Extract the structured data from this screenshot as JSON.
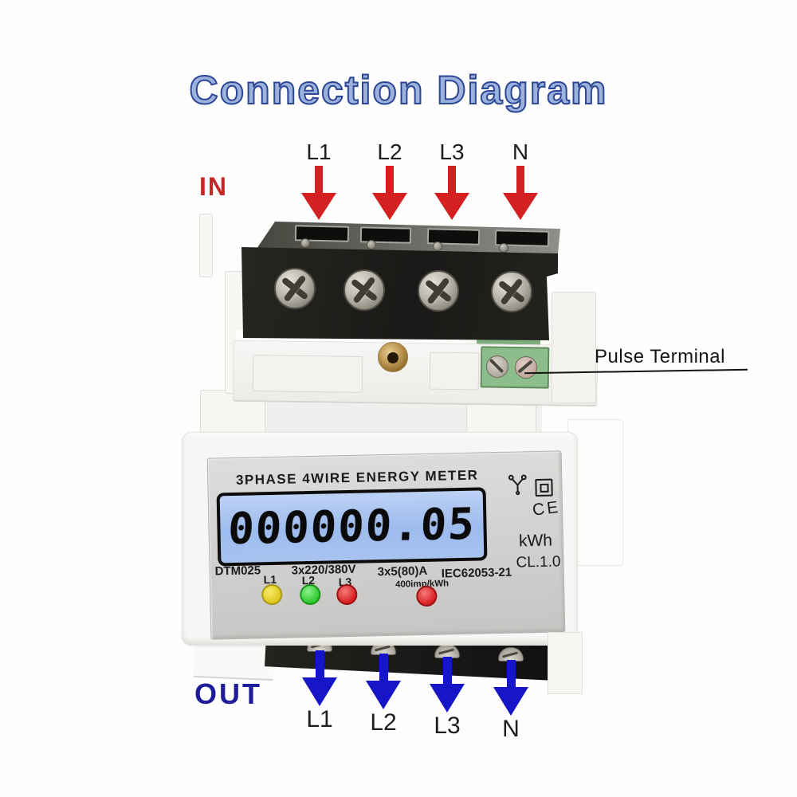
{
  "title": "Connection Diagram",
  "input": {
    "label": "IN",
    "wires": [
      "L1",
      "L2",
      "L3",
      "N"
    ],
    "arrow_color": "#d42020"
  },
  "output": {
    "label": "OUT",
    "wires": [
      "L1",
      "L2",
      "L3",
      "N"
    ],
    "arrow_color": "#1616c8"
  },
  "pulse_terminal": {
    "label": "Pulse Terminal"
  },
  "meter": {
    "header": "3PHASE 4WIRE ENERGY METER",
    "lcd_value": "000000.05",
    "unit": "kWh",
    "accuracy_class": "CL.1.0",
    "model": "DTM025",
    "voltage": "3x220/380V",
    "current": "3x5(80)A",
    "standard": "IEC62053-21",
    "pulse_rate": "400imp/kWh",
    "ce_mark": "CE",
    "phase_indicators": [
      {
        "label": "L1",
        "color": "#e0ca1d"
      },
      {
        "label": "L2",
        "color": "#2ec82e"
      },
      {
        "label": "L3",
        "color": "#d81f1f"
      },
      {
        "label": "",
        "color": "#d81f1f"
      }
    ],
    "lcd_background": "#a9c3f0",
    "symbols": [
      "three-phase-wye",
      "double-insulation"
    ]
  },
  "colors": {
    "title_blue": "#2c4796",
    "in_red": "#c62828",
    "out_navy": "#1d1d99"
  }
}
